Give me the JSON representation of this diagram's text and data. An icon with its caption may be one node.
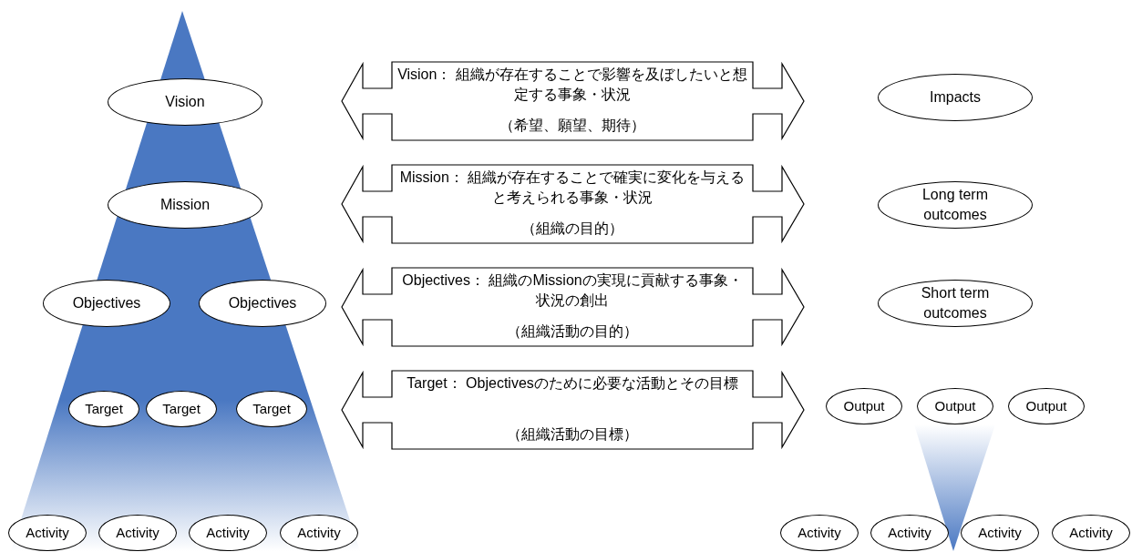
{
  "diagram": {
    "nodes": [
      {
        "text": [
          "Vision"
        ]
      },
      {
        "text": [
          "Mission"
        ]
      },
      {
        "text": [
          "Objectives"
        ]
      },
      {
        "text": [
          "Objectives"
        ]
      },
      {
        "text": [
          "Target"
        ]
      },
      {
        "text": [
          "Target"
        ]
      },
      {
        "text": [
          "Target"
        ]
      },
      {
        "text": [
          "Activity"
        ]
      },
      {
        "text": [
          "Activity"
        ]
      },
      {
        "text": [
          "Activity"
        ]
      },
      {
        "text": [
          "Activity"
        ]
      },
      {
        "text": [
          "Vision： 組織が存在することで影響を及ぼしたいと想定する事象・状況",
          "（希望、願望、期待）"
        ]
      },
      {
        "text": [
          "Mission： 組織が存在することで確実に変化を与えると考えられる事象・状況",
          "（組織の目的）"
        ]
      },
      {
        "text": [
          "Objectives： 組織のMissionの実現に貢献する事象・状況の創出",
          "（組織活動の目的）"
        ]
      },
      {
        "text": [
          "Target： Objectivesのために必要な活動とその目標",
          "（組織活動の目標）"
        ]
      },
      {
        "text": [
          "Impacts"
        ]
      },
      {
        "text": [
          "Long term outcomes"
        ]
      },
      {
        "text": [
          "Short term outcomes"
        ]
      },
      {
        "text": [
          "Output"
        ]
      },
      {
        "text": [
          "Output"
        ]
      },
      {
        "text": [
          "Output"
        ]
      },
      {
        "text": [
          "Activity"
        ]
      },
      {
        "text": [
          "Activity"
        ]
      },
      {
        "text": [
          "Activity"
        ]
      },
      {
        "text": [
          "Activity"
        ]
      }
    ]
  }
}
